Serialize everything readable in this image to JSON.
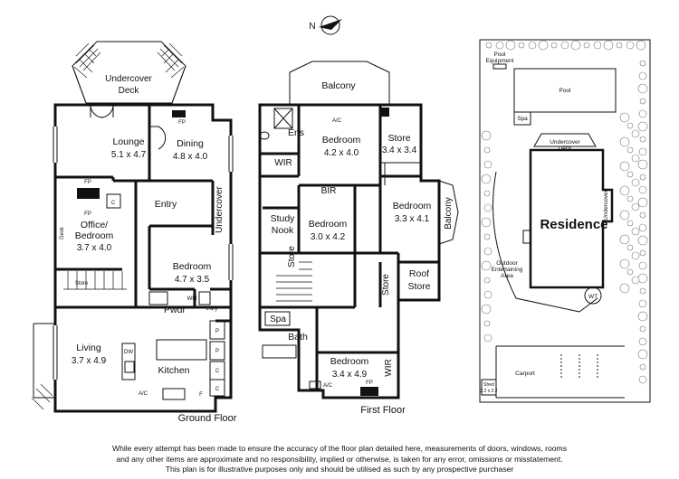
{
  "compass": {
    "north_label": "N"
  },
  "ground_floor": {
    "title": "Ground Floor",
    "undercover_deck": [
      "Undercover",
      "Deck"
    ],
    "lounge": {
      "name": "Lounge",
      "size": "5.1 x 4.7"
    },
    "dining": {
      "name": "Dining",
      "size": "4.8 x 4.0"
    },
    "office": {
      "name": [
        "Office/",
        "Bedroom"
      ],
      "size": "3.7 x 4.0"
    },
    "entry": "Entry",
    "undercover": "Undercover",
    "bedroom": {
      "name": "Bedroom",
      "size": "4.7 x 3.5"
    },
    "desk": "Desk",
    "store": "Store",
    "pwdr": "Pwdr",
    "wm": "WM",
    "ldry": "L'dry",
    "living": {
      "name": "Living",
      "size": "3.7 x 4.9"
    },
    "kitchen": "Kitchen",
    "fp": "FP",
    "c": "C",
    "p": "P",
    "f": "F",
    "dw": "DW",
    "ac": "A/C"
  },
  "first_floor": {
    "title": "First Floor",
    "balcony_top": "Balcony",
    "ens": "Ens",
    "wir": "WIR",
    "bedroom_main": {
      "name": "Bedroom",
      "size": "4.2 x 4.0"
    },
    "store": {
      "name": "Store",
      "size": "3.4 x 3.4"
    },
    "bir": "BIR",
    "study_nook": [
      "Study",
      "Nook"
    ],
    "bedroom_mid": {
      "name": "Bedroom",
      "size": "3.0 x 4.2"
    },
    "bedroom_right": {
      "name": "Bedroom",
      "size": "3.3 x 4.1"
    },
    "balcony_side": "Balcony",
    "store_small": "Store",
    "store_vert": "Store",
    "roof_store": [
      "Roof",
      "Store"
    ],
    "spa": "Spa",
    "bath": "Bath",
    "bedroom_bottom": {
      "name": "Bedroom",
      "size": "3.4 x 4.9"
    },
    "wir_bottom": "WIR",
    "fp": "FP",
    "ac": "A/C"
  },
  "site_plan": {
    "pool_equipment": [
      "Pool",
      "Equipment"
    ],
    "pool": "Pool",
    "spa": "Spa",
    "undercover_deck": [
      "Undercover",
      "Deck"
    ],
    "residence": "Residence",
    "undercover": "Undercover",
    "outdoor_area": [
      "Outdoor",
      "Entertaining",
      "Area"
    ],
    "wt": "WT",
    "carport": "Carport",
    "shed": [
      "Shed",
      "2.2 x 2.2"
    ]
  },
  "disclaimer": [
    "While every attempt has been made to ensure the accuracy of the floor plan detailed here, measurements of doors, windows, rooms",
    "and any other items are approximate and no responsibility, implied or otherwise, is taken for any error, omissions or misstatement.",
    "This plan is for illustrative purposes only and should be utilised as such by any prospective purchaser"
  ]
}
